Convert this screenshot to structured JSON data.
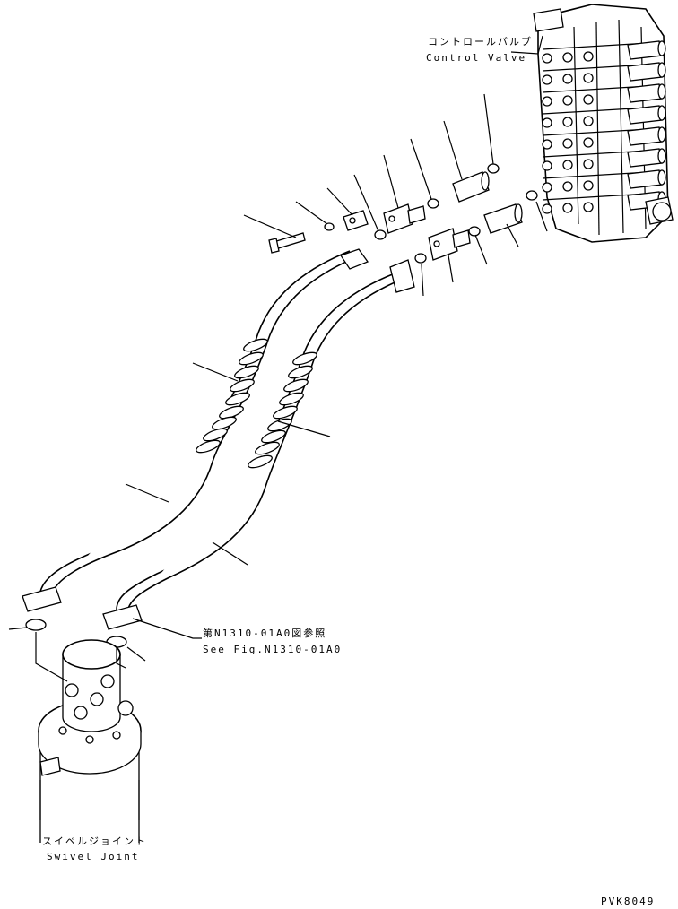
{
  "labels": {
    "control_valve_jp": "コントロールバルブ",
    "control_valve_en": "Control Valve",
    "ref_jp": "第N1310-01A0図参照",
    "ref_en": "See Fig.N1310-01A0",
    "swivel_jp": "スイベルジョイント",
    "swivel_en": "Swivel Joint",
    "drawing_code": "PVK8049"
  }
}
